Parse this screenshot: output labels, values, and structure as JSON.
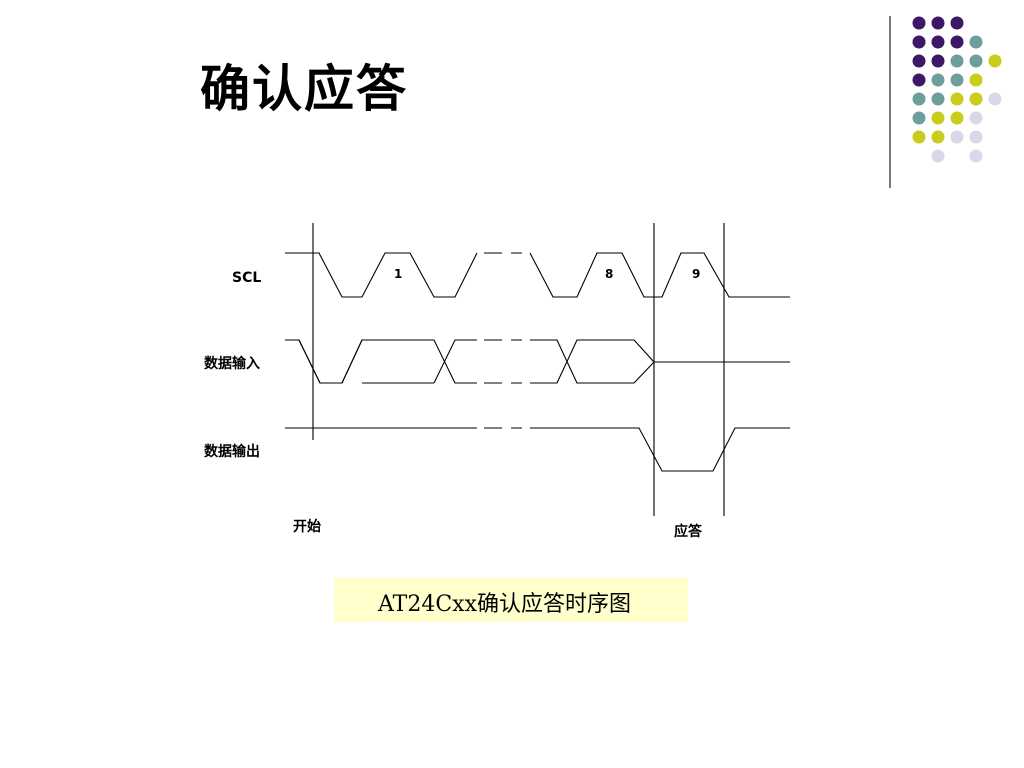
{
  "slide": {
    "title": "确认应答"
  },
  "decoration": {
    "dot_colors": [
      "#3d1866",
      "#6e9e9b",
      "#c9cc1a",
      "#d8d8e8"
    ],
    "divider_color": "#222222"
  },
  "timing_diagram": {
    "signals": {
      "scl": "SCL",
      "data_in": "数据输入",
      "data_out": "数据输出"
    },
    "pulse_labels": {
      "first": "1",
      "eighth": "8",
      "ninth": "9"
    },
    "markers": {
      "start": "开始",
      "ack": "应答"
    }
  },
  "caption": {
    "text": "AT24Cxx确认应答时序图"
  }
}
